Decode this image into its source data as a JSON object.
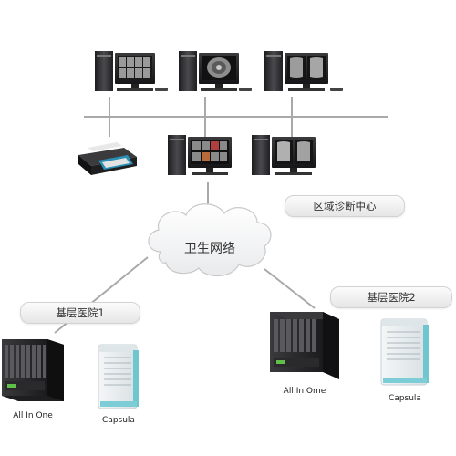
{
  "labels": {
    "regional_center": "区域诊断中心",
    "cloud": "卫生网络",
    "hospital1": "基层医院1",
    "hospital2": "基层医院2",
    "server1": "All In One",
    "storage1": "Capsula",
    "server2": "All In Ome",
    "storage2": "Capsula"
  },
  "icons": {
    "workstation": "desktop-workstation-icon",
    "printer": "film-printer-icon",
    "server": "blade-server-rack-icon",
    "storage": "storage-cabinet-icon",
    "cloud": "network-cloud-icon"
  },
  "colors": {
    "line": "#a9a9a9",
    "box_top": "#fbfbfb",
    "box_bottom": "#e6e6e6",
    "server_body": "#2d2d30",
    "storage_body": "#e9eef1",
    "storage_trim": "#6fc6cf"
  }
}
